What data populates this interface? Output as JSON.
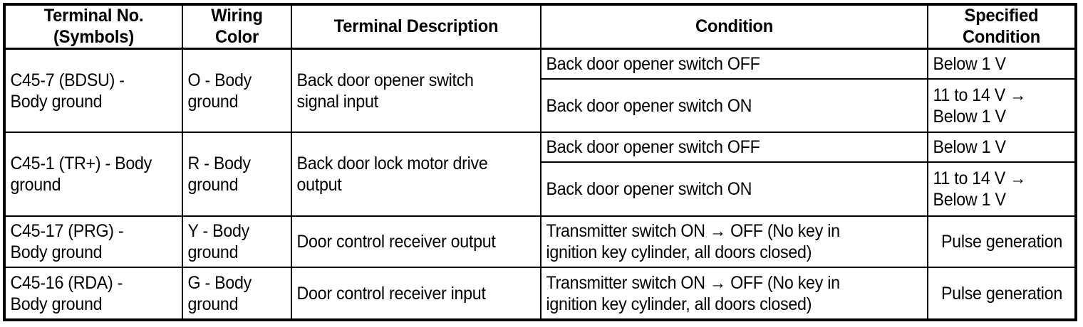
{
  "table": {
    "headers": [
      "Terminal No.\n(Symbols)",
      "Wiring\nColor",
      "Terminal Description",
      "Condition",
      "Specified\nCondition"
    ],
    "rows": [
      {
        "terminal": "C45-7 (BDSU) -\nBody ground",
        "wiring_color": "O - Body\nground",
        "description": "Back door opener switch\nsignal input",
        "conditions": [
          {
            "condition": "Back door opener switch OFF",
            "specified": "Below 1 V"
          },
          {
            "condition": "Back door opener switch ON",
            "specified": "11 to 14 V →\nBelow 1 V"
          }
        ]
      },
      {
        "terminal": "C45-1 (TR+) - Body\nground",
        "wiring_color": "R - Body\nground",
        "description": "Back door lock motor drive\noutput",
        "conditions": [
          {
            "condition": "Back door opener switch OFF",
            "specified": "Below 1 V"
          },
          {
            "condition": "Back door opener switch ON",
            "specified": "11 to 14 V →\nBelow 1 V"
          }
        ]
      },
      {
        "terminal": "C45-17 (PRG) -\nBody ground",
        "wiring_color": "Y - Body\nground",
        "description": "Door control receiver output",
        "conditions": [
          {
            "condition": "Transmitter switch ON → OFF (No key in\nignition key cylinder, all doors closed)",
            "specified": "Pulse generation"
          }
        ]
      },
      {
        "terminal": "C45-16 (RDA) -\nBody ground",
        "wiring_color": "G - Body\nground",
        "description": "Door control receiver input",
        "conditions": [
          {
            "condition": "Transmitter switch ON → OFF (No key in\nignition key cylinder, all doors closed)",
            "specified": "Pulse generation"
          }
        ]
      }
    ]
  }
}
